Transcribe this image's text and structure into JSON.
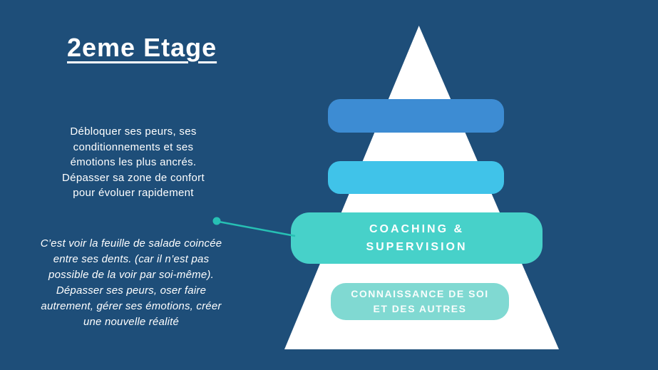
{
  "colors": {
    "background": "#1E4E79",
    "pyramid": "#FFFFFF",
    "connector": "#27C0B4",
    "text": "#FFFFFF"
  },
  "header": {
    "title": "2eme Etage"
  },
  "left_panel": {
    "paragraph_top": "Débloquer ses peurs, ses\nconditionnements et ses\némotions les plus ancrés.\nDépasser sa zone de confort\npour évoluer rapidement",
    "paragraph_bottom": "C’est voir la feuille de salade coincée\nentre ses dents. (car il n’est pas\npossible de la voir par soi-même).\nDépasser ses peurs, oser faire\nautrement, gérer ses émotions, créer\nune nouvelle réalité"
  },
  "pyramid": {
    "levels": [
      {
        "name": "level-1",
        "label": "",
        "color": "#3D8CD3"
      },
      {
        "name": "level-2",
        "label": "",
        "color": "#40C3E9"
      },
      {
        "name": "level-3",
        "label": "COACHING &\nSUPERVISION",
        "color": "#47D1C9"
      },
      {
        "name": "level-4",
        "label": "CONNAISSANCE DE SOI\nET DES AUTRES",
        "color": "#80D9D2"
      }
    ]
  }
}
